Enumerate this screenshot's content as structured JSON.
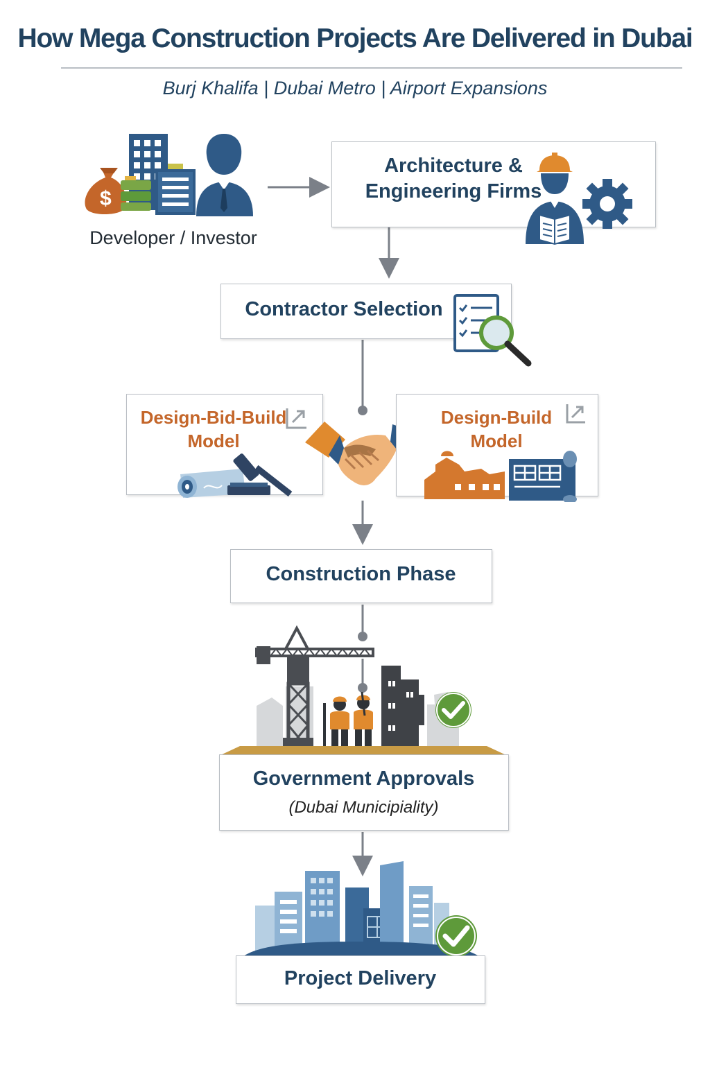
{
  "title": "How Mega Construction Projects Are Delivered in Dubai",
  "subtitle": "Burj Khalifa | Dubai Metro | Airport Expansions",
  "nodes": {
    "developer": "Developer / Investor",
    "architecture_line1": "Architecture &",
    "architecture_line2": "Engineering Firms",
    "contractor": "Contractor Selection",
    "dbb_line1": "Design-Bid-Build",
    "dbb_line2": "Model",
    "db_line1": "Design-Build",
    "db_line2": "Model",
    "construction": "Construction Phase",
    "government": "Government Approvals",
    "government_sub": "(Dubai Municipiality)",
    "delivery": "Project Delivery"
  },
  "icons": [
    "money-bag-icon",
    "building-icon",
    "document-icon",
    "businessman-icon",
    "engineer-icon",
    "gear-icon",
    "checklist-icon",
    "magnifier-icon",
    "gavel-icon",
    "blueprint-roll-icon",
    "handshake-icon",
    "factory-icon",
    "blueprint-icon",
    "crane-icon",
    "worker-icon",
    "check-badge-icon",
    "city-skyline-icon"
  ],
  "colors": {
    "navy": "#21425f",
    "orange": "#c4662a",
    "green": "#5e9a3a",
    "gray": "#7b8088",
    "steel": "#3b5f86"
  }
}
